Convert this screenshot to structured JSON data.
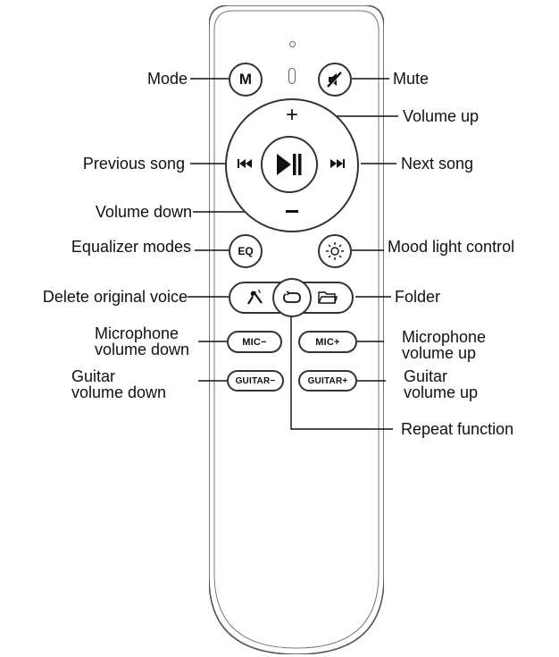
{
  "remote": {
    "buttons": {
      "mode": "M",
      "eq": "EQ",
      "mic_minus": "MIC−",
      "mic_plus": "MIC+",
      "guitar_minus": "GUITAR−",
      "guitar_plus": "GUITAR+",
      "vol_plus": "+",
      "vol_minus": "−"
    },
    "icons": {
      "mode": "letter-m",
      "mute": "speaker-mute-icon",
      "prev": "previous-track-icon",
      "play": "play-pause-icon",
      "next": "next-track-icon",
      "light": "sun-icon",
      "delete_voice": "mic-slash-icon",
      "repeat": "repeat-icon",
      "folder": "folder-icon"
    },
    "colors": {
      "outline": "#333333",
      "background": "#ffffff"
    }
  },
  "labels": {
    "mode": "Mode",
    "mute": "Mute",
    "volume_up": "Volume up",
    "previous_song": "Previous song",
    "next_song": "Next song",
    "volume_down": "Volume down",
    "equalizer_modes": "Equalizer modes",
    "mood_light": "Mood light control",
    "delete_original_voice": "Delete original voice",
    "folder": "Folder",
    "mic_down_1": "Microphone",
    "mic_down_2": "volume down",
    "mic_up_1": "Microphone",
    "mic_up_2": "volume up",
    "guitar_down_1": "Guitar",
    "guitar_down_2": "volume down",
    "guitar_up_1": "Guitar",
    "guitar_up_2": "volume up",
    "repeat": "Repeat function"
  }
}
